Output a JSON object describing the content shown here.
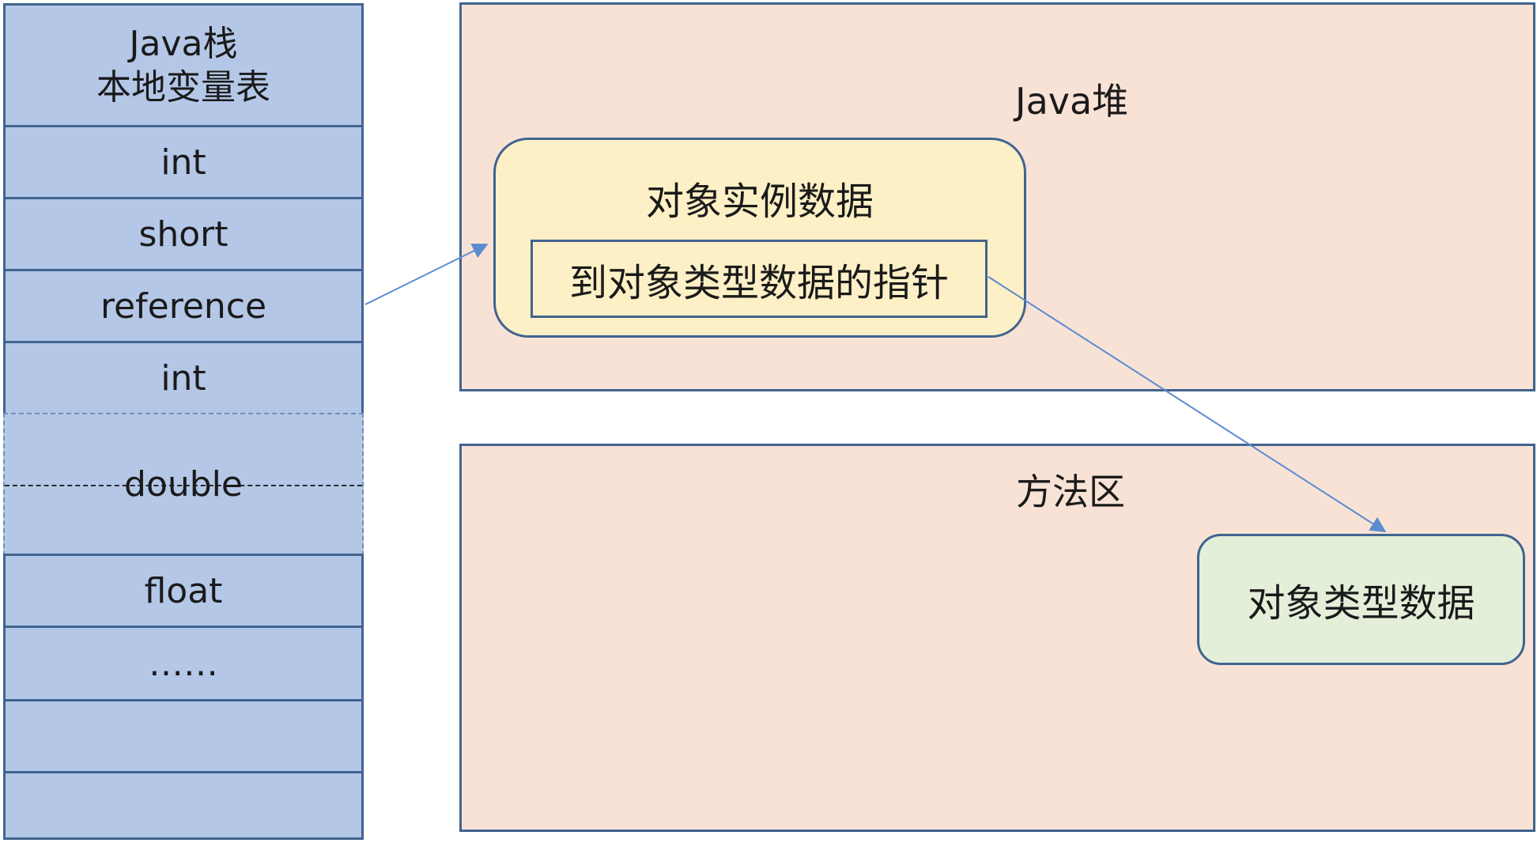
{
  "stack": {
    "title_line1": "Java栈",
    "title_line2": "本地变量表",
    "slots": [
      "int",
      "short",
      "reference",
      "int",
      "double",
      "float",
      "……",
      "",
      ""
    ]
  },
  "heap": {
    "title": "Java堆",
    "instance_title": "对象实例数据",
    "pointer_label": "到对象类型数据的指针"
  },
  "method_area": {
    "title": "方法区",
    "type_data_label": "对象类型数据"
  },
  "colors": {
    "stack_fill": "#b4c7e7",
    "border": "#41648f",
    "region_fill": "#f8e2d6",
    "instance_fill": "#fdf0c6",
    "type_fill": "#e3efd9",
    "arrow": "#5b8bd0"
  }
}
